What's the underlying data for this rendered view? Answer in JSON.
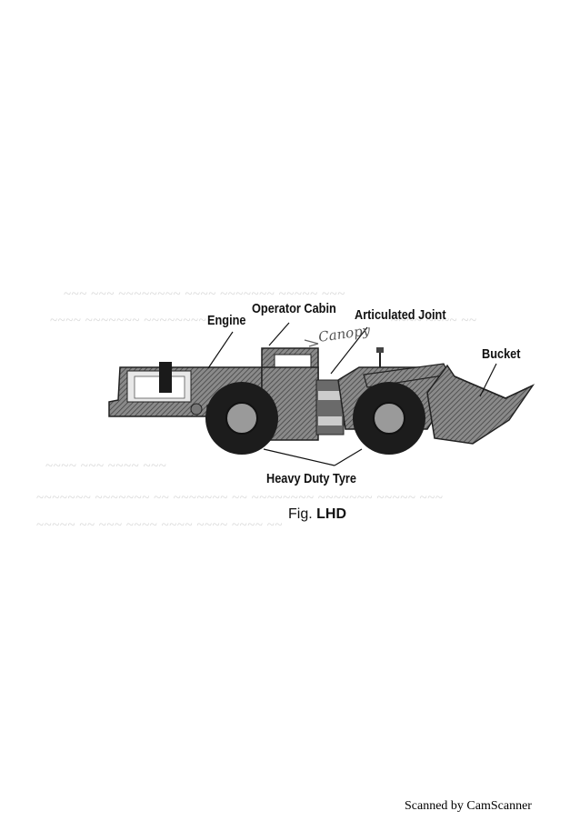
{
  "figure": {
    "labels": {
      "engine": "Engine",
      "operator_cabin": "Operator Cabin",
      "canopy": "Canopy",
      "articulated_joint": "Articulated Joint",
      "bucket": "Bucket",
      "tyre": "Heavy Duty Tyre"
    },
    "caption_prefix": "Fig.",
    "caption_bold": "LHD"
  },
  "footer": {
    "text": "Scanned by CamScanner"
  }
}
